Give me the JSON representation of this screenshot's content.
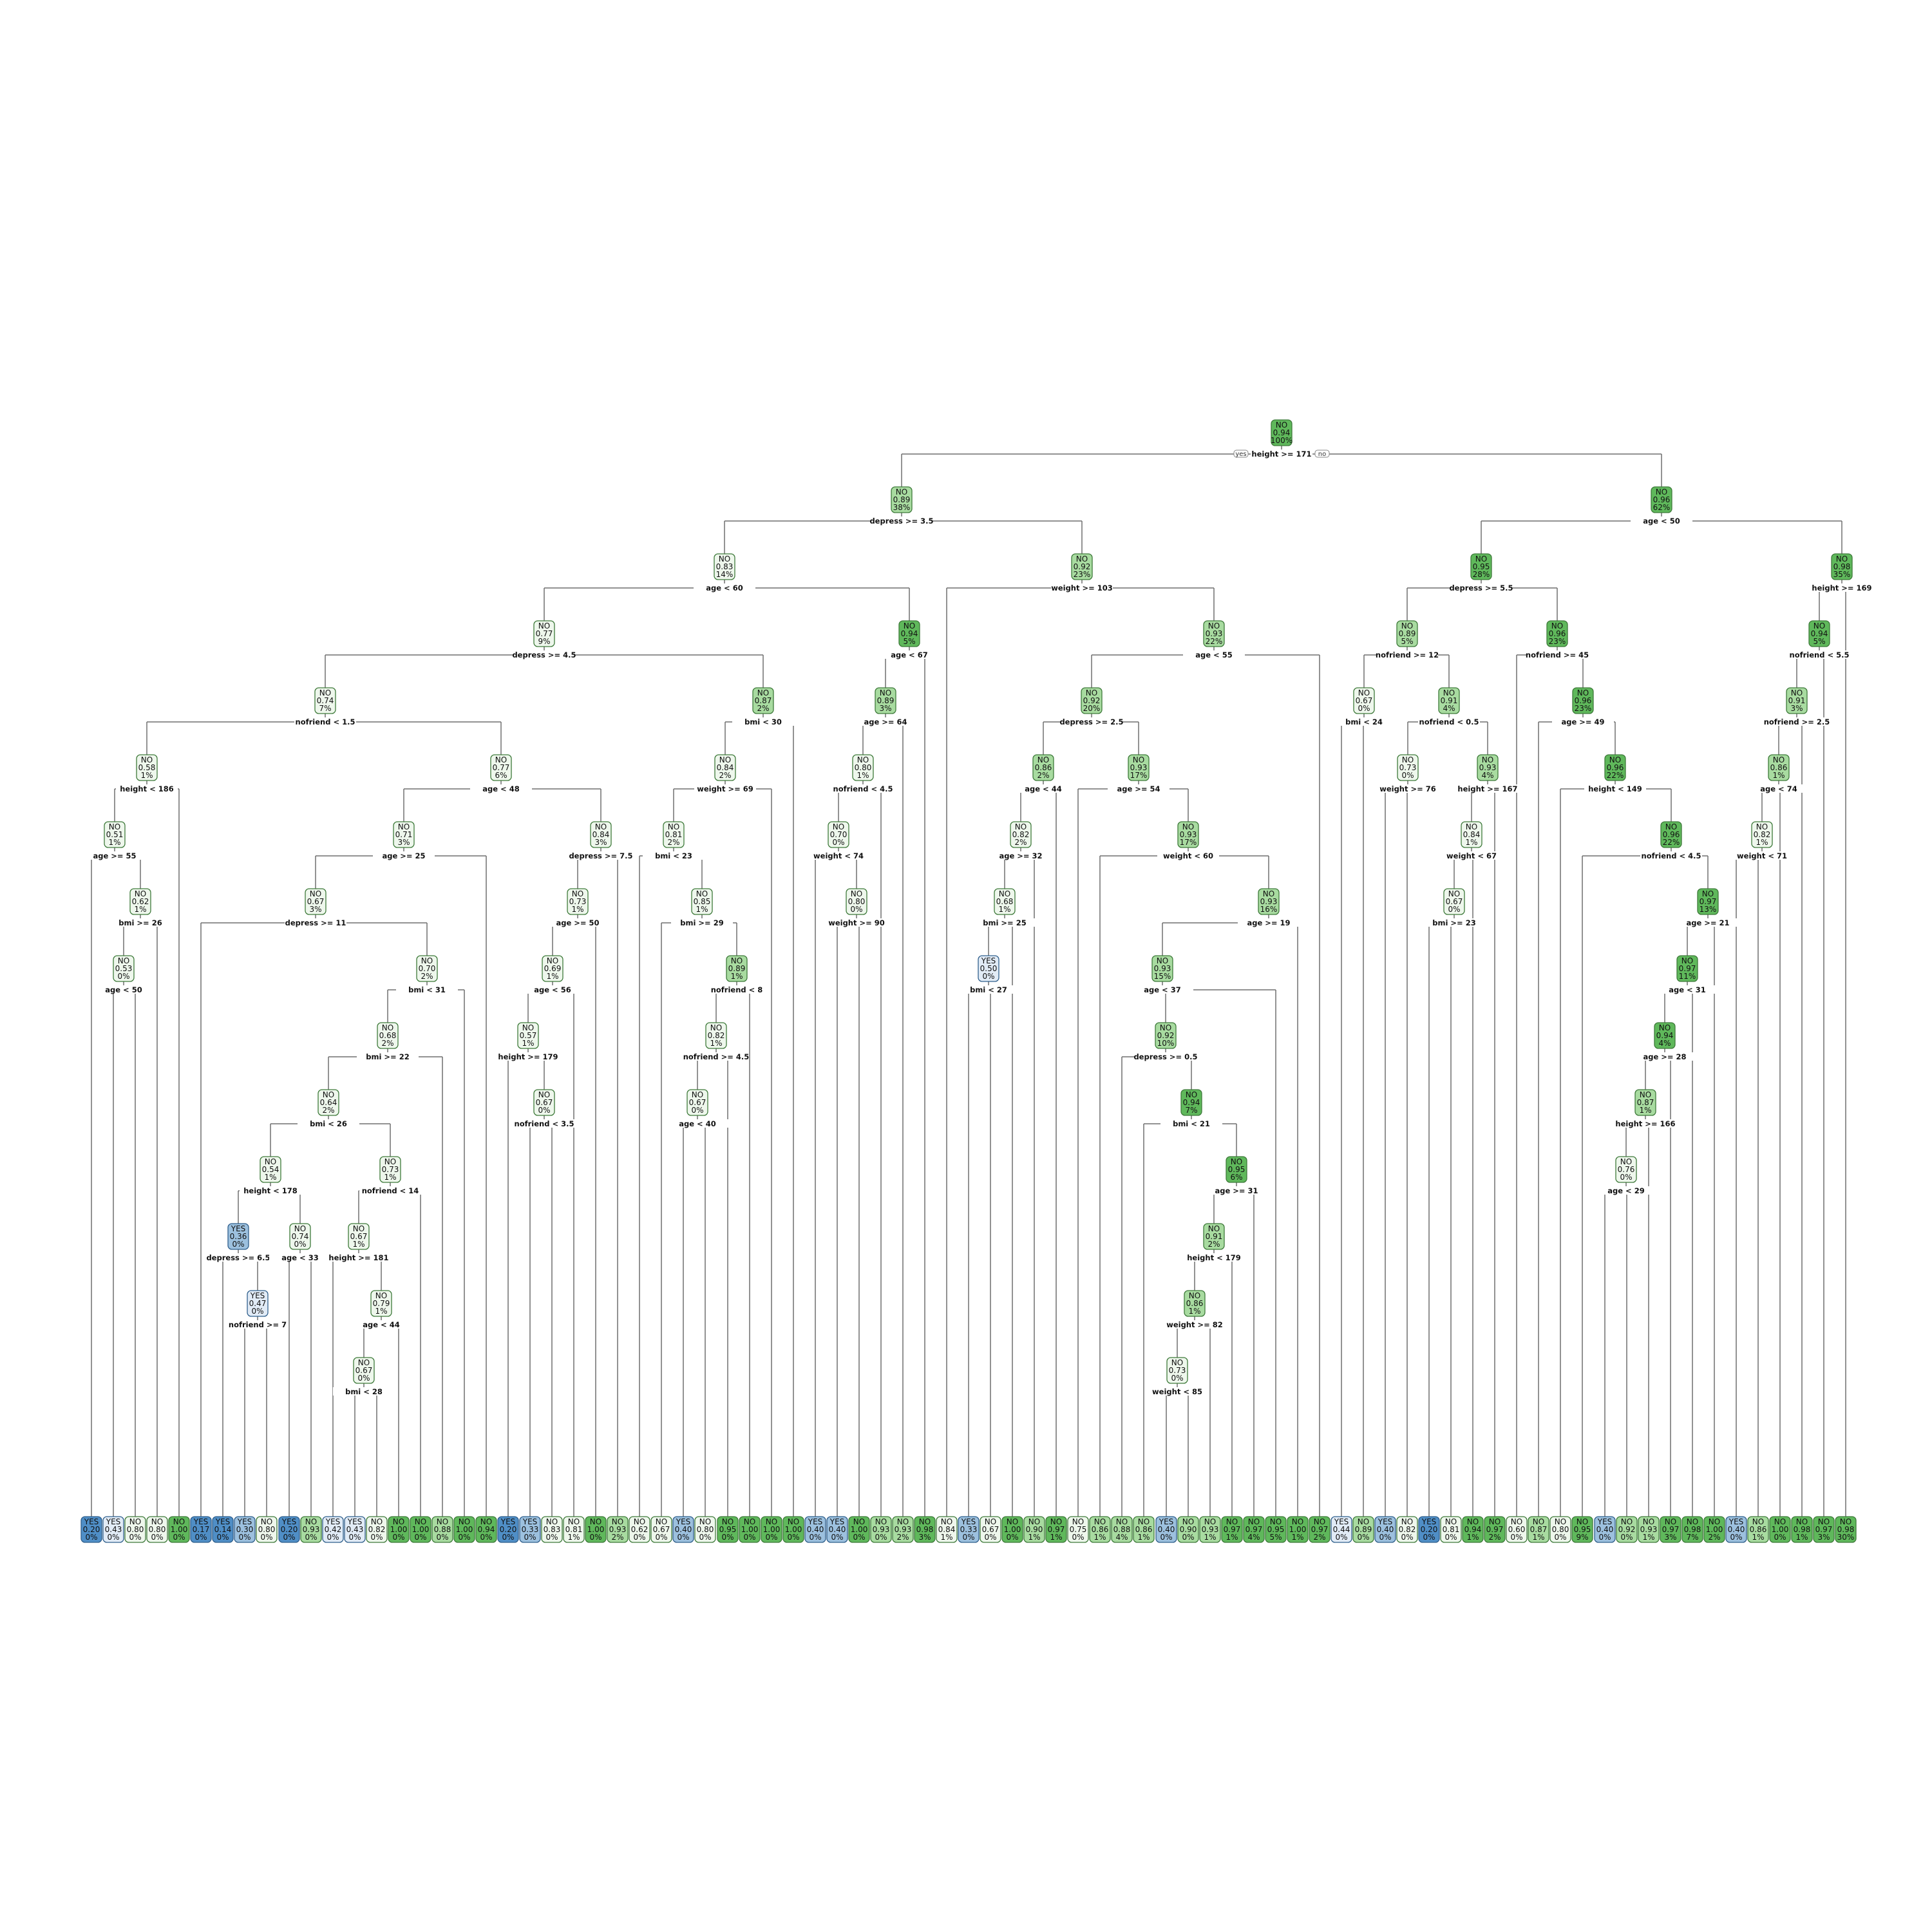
{
  "legend": {
    "yes_label": "yes",
    "no_label": "no"
  },
  "colors": {
    "no_light": "#eef7ec",
    "no_mid": "#a8dba0",
    "no_dark": "#5fb85b",
    "yes_light": "#e1ebf6",
    "yes_mid": "#9cc0de",
    "yes_dark": "#4f8ec6",
    "stroke_no": "#3e7a3a",
    "stroke_yes": "#2f5f8c"
  },
  "root_split": "height >= 171",
  "internal_nodes": [
    {
      "id": "r",
      "cls": "NO",
      "prob": "0.94",
      "pct": "100%",
      "split": "height >= 171"
    },
    {
      "id": "L",
      "cls": "NO",
      "prob": "0.89",
      "pct": "38%",
      "split": "depress >= 3.5"
    },
    {
      "id": "R",
      "cls": "NO",
      "prob": "0.96",
      "pct": "62%",
      "split": "age < 50"
    },
    {
      "id": "LL",
      "cls": "NO",
      "prob": "0.83",
      "pct": "14%",
      "split": "age < 60"
    },
    {
      "id": "LR",
      "cls": "NO",
      "prob": "0.92",
      "pct": "23%",
      "split": "weight >= 103"
    },
    {
      "id": "RL",
      "cls": "NO",
      "prob": "0.95",
      "pct": "28%",
      "split": "depress >= 5.5"
    },
    {
      "id": "RR",
      "cls": "NO",
      "prob": "0.98",
      "pct": "35%",
      "split": "height >= 169"
    },
    {
      "id": "LLL",
      "cls": "NO",
      "prob": "0.77",
      "pct": "9%",
      "split": "depress >= 4.5"
    },
    {
      "id": "LLR",
      "cls": "NO",
      "prob": "0.94",
      "pct": "5%",
      "split": "age < 67"
    },
    {
      "id": "LRR",
      "cls": "NO",
      "prob": "0.93",
      "pct": "22%",
      "split": "age < 55"
    },
    {
      "id": "RLL",
      "cls": "NO",
      "prob": "0.89",
      "pct": "5%",
      "split": "nofriend >= 12"
    },
    {
      "id": "RLR",
      "cls": "NO",
      "prob": "0.96",
      "pct": "23%",
      "split": "nofriend >= 45"
    },
    {
      "id": "RRL",
      "cls": "NO",
      "prob": "0.94",
      "pct": "5%",
      "split": "nofriend < 5.5"
    },
    {
      "id": "a4",
      "cls": "NO",
      "prob": "0.74",
      "pct": "7%",
      "split": "nofriend < 1.5"
    },
    {
      "id": "b4",
      "cls": "NO",
      "prob": "0.87",
      "pct": "2%",
      "split": "bmi < 30"
    },
    {
      "id": "c4",
      "cls": "NO",
      "prob": "0.89",
      "pct": "3%",
      "split": "age >= 64"
    },
    {
      "id": "d4",
      "cls": "NO",
      "prob": "0.92",
      "pct": "20%",
      "split": "depress >= 2.5"
    },
    {
      "id": "e4",
      "cls": "NO",
      "prob": "0.67",
      "pct": "0%",
      "split": "bmi < 24"
    },
    {
      "id": "f4",
      "cls": "NO",
      "prob": "0.91",
      "pct": "4%",
      "split": "nofriend < 0.5"
    },
    {
      "id": "g4",
      "cls": "NO",
      "prob": "0.96",
      "pct": "23%",
      "split": "age >= 49"
    },
    {
      "id": "h4",
      "cls": "NO",
      "prob": "0.91",
      "pct": "3%",
      "split": "nofriend >= 2.5"
    },
    {
      "id": "a5",
      "cls": "NO",
      "prob": "0.58",
      "pct": "1%",
      "split": "height < 186"
    },
    {
      "id": "b5",
      "cls": "NO",
      "prob": "0.77",
      "pct": "6%",
      "split": "age < 48"
    },
    {
      "id": "c5",
      "cls": "NO",
      "prob": "0.84",
      "pct": "2%",
      "split": "weight >= 69"
    },
    {
      "id": "d5",
      "cls": "NO",
      "prob": "0.80",
      "pct": "1%",
      "split": "nofriend < 4.5"
    },
    {
      "id": "e5",
      "cls": "NO",
      "prob": "0.86",
      "pct": "2%",
      "split": "age < 44"
    },
    {
      "id": "f5",
      "cls": "NO",
      "prob": "0.93",
      "pct": "17%",
      "split": "age >= 54"
    },
    {
      "id": "g5",
      "cls": "NO",
      "prob": "0.73",
      "pct": "0%",
      "split": "weight >= 76"
    },
    {
      "id": "h5",
      "cls": "NO",
      "prob": "0.93",
      "pct": "4%",
      "split": "height >= 167"
    },
    {
      "id": "i5",
      "cls": "NO",
      "prob": "0.96",
      "pct": "22%",
      "split": "height < 149"
    },
    {
      "id": "j5",
      "cls": "NO",
      "prob": "0.86",
      "pct": "1%",
      "split": "age < 74"
    },
    {
      "id": "a6",
      "cls": "NO",
      "prob": "0.51",
      "pct": "1%",
      "split": "age >= 55"
    },
    {
      "id": "b6",
      "cls": "NO",
      "prob": "0.71",
      "pct": "3%",
      "split": "age >= 25"
    },
    {
      "id": "c6",
      "cls": "NO",
      "prob": "0.84",
      "pct": "3%",
      "split": "depress >= 7.5"
    },
    {
      "id": "d6",
      "cls": "NO",
      "prob": "0.81",
      "pct": "2%",
      "split": "bmi < 23"
    },
    {
      "id": "e6",
      "cls": "NO",
      "prob": "0.70",
      "pct": "0%",
      "split": "weight < 74"
    },
    {
      "id": "f6",
      "cls": "NO",
      "prob": "0.82",
      "pct": "2%",
      "split": "age >= 32"
    },
    {
      "id": "g6",
      "cls": "NO",
      "prob": "0.93",
      "pct": "17%",
      "split": "weight < 60"
    },
    {
      "id": "h6",
      "cls": "NO",
      "prob": "0.84",
      "pct": "1%",
      "split": "weight < 67"
    },
    {
      "id": "i6",
      "cls": "NO",
      "prob": "0.96",
      "pct": "22%",
      "split": "nofriend < 4.5"
    },
    {
      "id": "j6",
      "cls": "NO",
      "prob": "0.82",
      "pct": "1%",
      "split": "weight < 71"
    },
    {
      "id": "a7",
      "cls": "NO",
      "prob": "0.62",
      "pct": "1%",
      "split": "bmi >= 26"
    },
    {
      "id": "b7",
      "cls": "NO",
      "prob": "0.67",
      "pct": "3%",
      "split": "depress >= 11"
    },
    {
      "id": "c7",
      "cls": "NO",
      "prob": "0.73",
      "pct": "1%",
      "split": "age >= 50"
    },
    {
      "id": "d7",
      "cls": "NO",
      "prob": "0.85",
      "pct": "1%",
      "split": "bmi >= 29"
    },
    {
      "id": "e7",
      "cls": "NO",
      "prob": "0.80",
      "pct": "0%",
      "split": "weight >= 90"
    },
    {
      "id": "f7",
      "cls": "NO",
      "prob": "0.68",
      "pct": "1%",
      "split": "bmi >= 25"
    },
    {
      "id": "g7",
      "cls": "NO",
      "prob": "0.93",
      "pct": "16%",
      "split": "age >= 19"
    },
    {
      "id": "h7",
      "cls": "NO",
      "prob": "0.67",
      "pct": "0%",
      "split": "bmi >= 23"
    },
    {
      "id": "i7",
      "cls": "NO",
      "prob": "0.97",
      "pct": "13%",
      "split": "age >= 21"
    },
    {
      "id": "a8",
      "cls": "NO",
      "prob": "0.53",
      "pct": "0%",
      "split": "age < 50"
    },
    {
      "id": "b8",
      "cls": "NO",
      "prob": "0.70",
      "pct": "2%",
      "split": "bmi < 31"
    },
    {
      "id": "c8",
      "cls": "NO",
      "prob": "0.69",
      "pct": "1%",
      "split": "age < 56"
    },
    {
      "id": "d8",
      "cls": "NO",
      "prob": "0.89",
      "pct": "1%",
      "split": "nofriend < 8"
    },
    {
      "id": "e8",
      "cls": "YES",
      "prob": "0.50",
      "pct": "0%",
      "split": "bmi < 27"
    },
    {
      "id": "f8",
      "cls": "NO",
      "prob": "0.93",
      "pct": "15%",
      "split": "age < 37"
    },
    {
      "id": "g8",
      "cls": "NO",
      "prob": "0.97",
      "pct": "11%",
      "split": "age < 31"
    },
    {
      "id": "a9",
      "cls": "NO",
      "prob": "0.68",
      "pct": "2%",
      "split": "bmi >= 22"
    },
    {
      "id": "b9",
      "cls": "NO",
      "prob": "0.57",
      "pct": "1%",
      "split": "height >= 179"
    },
    {
      "id": "c9",
      "cls": "NO",
      "prob": "0.82",
      "pct": "1%",
      "split": "nofriend >= 4.5"
    },
    {
      "id": "d9",
      "cls": "NO",
      "prob": "0.92",
      "pct": "10%",
      "split": "depress >= 0.5"
    },
    {
      "id": "e9",
      "cls": "NO",
      "prob": "0.94",
      "pct": "4%",
      "split": "age >= 28"
    },
    {
      "id": "a10",
      "cls": "NO",
      "prob": "0.64",
      "pct": "2%",
      "split": "bmi < 26"
    },
    {
      "id": "b10",
      "cls": "NO",
      "prob": "0.67",
      "pct": "0%",
      "split": "nofriend < 3.5"
    },
    {
      "id": "c10",
      "cls": "NO",
      "prob": "0.67",
      "pct": "0%",
      "split": "age < 40"
    },
    {
      "id": "d10",
      "cls": "NO",
      "prob": "0.94",
      "pct": "7%",
      "split": "bmi < 21"
    },
    {
      "id": "e10",
      "cls": "NO",
      "prob": "0.87",
      "pct": "1%",
      "split": "height >= 166"
    },
    {
      "id": "a11",
      "cls": "NO",
      "prob": "0.54",
      "pct": "1%",
      "split": "height < 178"
    },
    {
      "id": "b11",
      "cls": "NO",
      "prob": "0.73",
      "pct": "1%",
      "split": "nofriend < 14"
    },
    {
      "id": "c11",
      "cls": "NO",
      "prob": "0.95",
      "pct": "6%",
      "split": "age >= 31"
    },
    {
      "id": "d11",
      "cls": "NO",
      "prob": "0.76",
      "pct": "0%",
      "split": "age < 29"
    },
    {
      "id": "a12",
      "cls": "YES",
      "prob": "0.36",
      "pct": "0%",
      "split": "depress >= 6.5"
    },
    {
      "id": "b12",
      "cls": "NO",
      "prob": "0.74",
      "pct": "0%",
      "split": "age < 33"
    },
    {
      "id": "c12",
      "cls": "NO",
      "prob": "0.67",
      "pct": "1%",
      "split": "height >= 181"
    },
    {
      "id": "d12",
      "cls": "NO",
      "prob": "0.91",
      "pct": "2%",
      "split": "height < 179"
    },
    {
      "id": "a13",
      "cls": "YES",
      "prob": "0.47",
      "pct": "0%",
      "split": "nofriend >= 7"
    },
    {
      "id": "b13",
      "cls": "NO",
      "prob": "0.79",
      "pct": "1%",
      "split": "age < 44"
    },
    {
      "id": "c13",
      "cls": "NO",
      "prob": "0.86",
      "pct": "1%",
      "split": "weight >= 82"
    },
    {
      "id": "a14",
      "cls": "NO",
      "prob": "0.67",
      "pct": "0%",
      "split": "bmi < 28"
    },
    {
      "id": "b14",
      "cls": "NO",
      "prob": "0.73",
      "pct": "0%",
      "split": "weight < 85"
    }
  ],
  "leaves": [
    {
      "cls": "YES",
      "prob": "0.20",
      "pct": "0%"
    },
    {
      "cls": "YES",
      "prob": "0.43",
      "pct": "0%"
    },
    {
      "cls": "NO",
      "prob": "0.80",
      "pct": "0%"
    },
    {
      "cls": "NO",
      "prob": "0.80",
      "pct": "0%"
    },
    {
      "cls": "NO",
      "prob": "1.00",
      "pct": "0%"
    },
    {
      "cls": "YES",
      "prob": "0.17",
      "pct": "0%"
    },
    {
      "cls": "YES",
      "prob": "0.14",
      "pct": "0%"
    },
    {
      "cls": "YES",
      "prob": "0.30",
      "pct": "0%"
    },
    {
      "cls": "NO",
      "prob": "0.80",
      "pct": "0%"
    },
    {
      "cls": "YES",
      "prob": "0.20",
      "pct": "0%"
    },
    {
      "cls": "NO",
      "prob": "0.93",
      "pct": "0%"
    },
    {
      "cls": "YES",
      "prob": "0.42",
      "pct": "0%"
    },
    {
      "cls": "YES",
      "prob": "0.43",
      "pct": "0%"
    },
    {
      "cls": "NO",
      "prob": "0.82",
      "pct": "0%"
    },
    {
      "cls": "NO",
      "prob": "1.00",
      "pct": "0%"
    },
    {
      "cls": "NO",
      "prob": "1.00",
      "pct": "0%"
    },
    {
      "cls": "NO",
      "prob": "0.88",
      "pct": "0%"
    },
    {
      "cls": "NO",
      "prob": "1.00",
      "pct": "0%"
    },
    {
      "cls": "NO",
      "prob": "0.94",
      "pct": "0%"
    },
    {
      "cls": "YES",
      "prob": "0.20",
      "pct": "0%"
    },
    {
      "cls": "YES",
      "prob": "0.33",
      "pct": "0%"
    },
    {
      "cls": "NO",
      "prob": "0.83",
      "pct": "0%"
    },
    {
      "cls": "NO",
      "prob": "0.81",
      "pct": "1%"
    },
    {
      "cls": "NO",
      "prob": "1.00",
      "pct": "0%"
    },
    {
      "cls": "NO",
      "prob": "0.93",
      "pct": "2%"
    },
    {
      "cls": "NO",
      "prob": "0.62",
      "pct": "0%"
    },
    {
      "cls": "NO",
      "prob": "0.67",
      "pct": "0%"
    },
    {
      "cls": "YES",
      "prob": "0.40",
      "pct": "0%"
    },
    {
      "cls": "NO",
      "prob": "0.80",
      "pct": "0%"
    },
    {
      "cls": "NO",
      "prob": "0.95",
      "pct": "0%"
    },
    {
      "cls": "NO",
      "prob": "1.00",
      "pct": "0%"
    },
    {
      "cls": "NO",
      "prob": "1.00",
      "pct": "0%"
    },
    {
      "cls": "NO",
      "prob": "1.00",
      "pct": "0%"
    },
    {
      "cls": "YES",
      "prob": "0.40",
      "pct": "0%"
    },
    {
      "cls": "YES",
      "prob": "0.40",
      "pct": "0%"
    },
    {
      "cls": "NO",
      "prob": "1.00",
      "pct": "0%"
    },
    {
      "cls": "NO",
      "prob": "0.93",
      "pct": "0%"
    },
    {
      "cls": "NO",
      "prob": "0.93",
      "pct": "2%"
    },
    {
      "cls": "NO",
      "prob": "0.98",
      "pct": "3%"
    },
    {
      "cls": "NO",
      "prob": "0.84",
      "pct": "1%"
    },
    {
      "cls": "YES",
      "prob": "0.33",
      "pct": "0%"
    },
    {
      "cls": "NO",
      "prob": "0.67",
      "pct": "0%"
    },
    {
      "cls": "NO",
      "prob": "1.00",
      "pct": "0%"
    },
    {
      "cls": "NO",
      "prob": "0.90",
      "pct": "1%"
    },
    {
      "cls": "NO",
      "prob": "0.97",
      "pct": "1%"
    },
    {
      "cls": "NO",
      "prob": "0.75",
      "pct": "0%"
    },
    {
      "cls": "NO",
      "prob": "0.86",
      "pct": "1%"
    },
    {
      "cls": "NO",
      "prob": "0.88",
      "pct": "4%"
    },
    {
      "cls": "NO",
      "prob": "0.86",
      "pct": "1%"
    },
    {
      "cls": "YES",
      "prob": "0.40",
      "pct": "0%"
    },
    {
      "cls": "NO",
      "prob": "0.90",
      "pct": "0%"
    },
    {
      "cls": "NO",
      "prob": "0.93",
      "pct": "1%"
    },
    {
      "cls": "NO",
      "prob": "0.97",
      "pct": "1%"
    },
    {
      "cls": "NO",
      "prob": "0.97",
      "pct": "4%"
    },
    {
      "cls": "NO",
      "prob": "0.95",
      "pct": "5%"
    },
    {
      "cls": "NO",
      "prob": "1.00",
      "pct": "1%"
    },
    {
      "cls": "NO",
      "prob": "0.97",
      "pct": "2%"
    },
    {
      "cls": "YES",
      "prob": "0.44",
      "pct": "0%"
    },
    {
      "cls": "NO",
      "prob": "0.89",
      "pct": "0%"
    },
    {
      "cls": "YES",
      "prob": "0.40",
      "pct": "0%"
    },
    {
      "cls": "NO",
      "prob": "0.82",
      "pct": "0%"
    },
    {
      "cls": "YES",
      "prob": "0.20",
      "pct": "0%"
    },
    {
      "cls": "NO",
      "prob": "0.81",
      "pct": "0%"
    },
    {
      "cls": "NO",
      "prob": "0.94",
      "pct": "1%"
    },
    {
      "cls": "NO",
      "prob": "0.97",
      "pct": "2%"
    },
    {
      "cls": "NO",
      "prob": "0.60",
      "pct": "0%"
    },
    {
      "cls": "NO",
      "prob": "0.87",
      "pct": "1%"
    },
    {
      "cls": "NO",
      "prob": "0.80",
      "pct": "0%"
    },
    {
      "cls": "NO",
      "prob": "0.95",
      "pct": "9%"
    },
    {
      "cls": "YES",
      "prob": "0.40",
      "pct": "0%"
    },
    {
      "cls": "NO",
      "prob": "0.92",
      "pct": "0%"
    },
    {
      "cls": "NO",
      "prob": "0.93",
      "pct": "1%"
    },
    {
      "cls": "NO",
      "prob": "0.97",
      "pct": "3%"
    },
    {
      "cls": "NO",
      "prob": "0.98",
      "pct": "7%"
    },
    {
      "cls": "NO",
      "prob": "1.00",
      "pct": "2%"
    },
    {
      "cls": "YES",
      "prob": "0.40",
      "pct": "0%"
    },
    {
      "cls": "NO",
      "prob": "0.86",
      "pct": "1%"
    },
    {
      "cls": "NO",
      "prob": "1.00",
      "pct": "0%"
    },
    {
      "cls": "NO",
      "prob": "0.98",
      "pct": "1%"
    },
    {
      "cls": "NO",
      "prob": "0.97",
      "pct": "3%"
    },
    {
      "cls": "NO",
      "prob": "0.98",
      "pct": "30%"
    }
  ]
}
